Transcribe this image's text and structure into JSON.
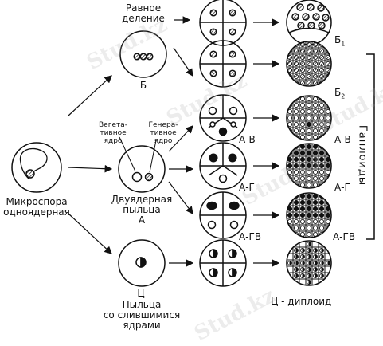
{
  "labels": {
    "microspore": [
      "Микроспора",
      "одноядерная"
    ],
    "equal_division": [
      "Равное",
      "деление"
    ],
    "b": "Б",
    "b1": "Б",
    "b1_sub": "1",
    "b2": "Б",
    "b2_sub": "2",
    "vegetative": [
      "Вегета-",
      "тивное",
      "ядро"
    ],
    "generative": [
      "Генера-",
      "тивное",
      "ядро"
    ],
    "binuclear": [
      "Двуядерная",
      "пыльца",
      "А"
    ],
    "c": "Ц",
    "fused": [
      "Пыльца",
      "со слившимися",
      "ядрами"
    ],
    "av": "А-В",
    "ag": "А-Г",
    "agv": "А-ГВ",
    "av_right": "А-В",
    "ag_right": "А-Г",
    "agv_right": "А-ГВ",
    "c_diploid": "Ц - диплоид",
    "haploids": "Гаплоиды"
  },
  "watermark": "Stud.kz",
  "colors": {
    "stroke": "#111111",
    "fill_dark": "#111111",
    "watermark": "#aaaaaa"
  }
}
